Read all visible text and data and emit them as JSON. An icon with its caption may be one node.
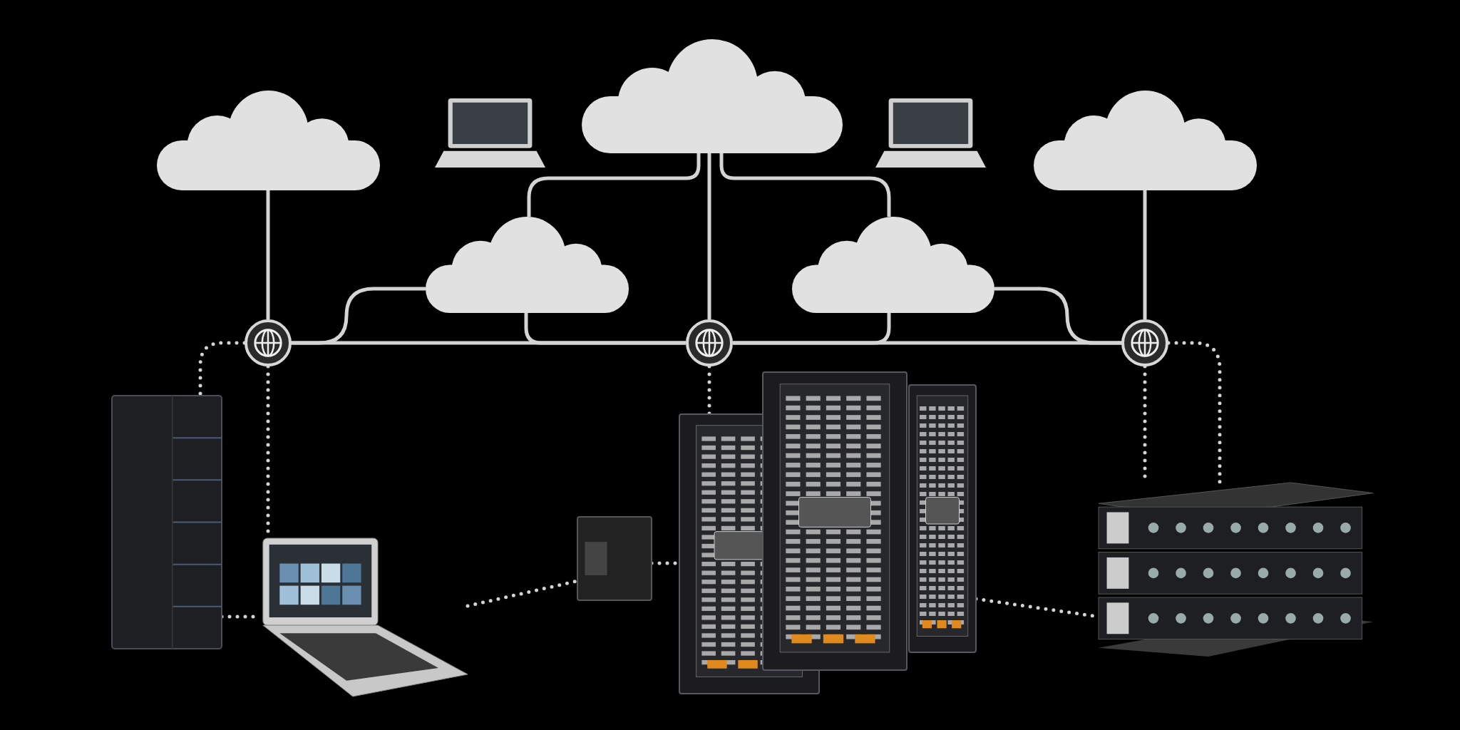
{
  "diagram": {
    "nodes": [
      {
        "text": [],
        "shape": "cloud"
      },
      {
        "text": [],
        "shape": "picture"
      },
      {
        "text": [],
        "shape": "cloud"
      },
      {
        "text": [],
        "shape": "picture"
      },
      {
        "text": [],
        "shape": "cloud"
      },
      {
        "text": [],
        "shape": "cloud"
      },
      {
        "text": [],
        "shape": "cloud"
      },
      {
        "text": [],
        "shape": "circle"
      },
      {
        "text": [],
        "shape": "circle"
      },
      {
        "text": [],
        "shape": "circle"
      },
      {
        "text": [],
        "shape": "picture"
      },
      {
        "text": [],
        "shape": "picture"
      },
      {
        "text": [],
        "shape": "picture"
      },
      {
        "text": [],
        "shape": "picture"
      },
      {
        "text": [],
        "shape": "picture"
      },
      {
        "text": [],
        "shape": "picture"
      },
      {
        "text": [],
        "shape": "picture"
      }
    ],
    "edges": [
      {
        "from": 0,
        "to": 7,
        "arrow": "none"
      },
      {
        "from": 2,
        "to": 8,
        "arrow": "none"
      },
      {
        "from": 2,
        "to": 5,
        "arrow": "none"
      },
      {
        "from": 2,
        "to": 6,
        "arrow": "none"
      },
      {
        "from": 7,
        "to": 8,
        "arrow": "none"
      },
      {
        "from": 8,
        "to": 9,
        "arrow": "none"
      },
      {
        "from": 5,
        "to": 7,
        "arrow": "none"
      },
      {
        "from": 5,
        "to": 8,
        "arrow": "none"
      },
      {
        "from": 6,
        "to": 9,
        "arrow": "none"
      },
      {
        "from": 6,
        "to": 8,
        "arrow": "none"
      },
      {
        "from": 4,
        "to": 9,
        "arrow": "none"
      },
      {
        "from": 7,
        "to": 10,
        "arrow": "none",
        "style": "dashed"
      },
      {
        "from": 7,
        "to": 11,
        "arrow": "none",
        "style": "dashed"
      },
      {
        "from": 10,
        "to": 11,
        "arrow": "none",
        "style": "dashed"
      },
      {
        "from": 11,
        "to": 12,
        "arrow": "none",
        "style": "dashed"
      },
      {
        "from": 12,
        "to": 13,
        "arrow": "none",
        "style": "dashed"
      },
      {
        "from": 8,
        "to": 13,
        "arrow": "none",
        "style": "dashed"
      },
      {
        "from": 9,
        "to": 16,
        "arrow": "none",
        "style": "dashed"
      },
      {
        "from": 9,
        "to": 16,
        "arrow": "none",
        "style": "dashed"
      },
      {
        "from": 15,
        "to": 16,
        "arrow": "none",
        "style": "dashed"
      }
    ]
  }
}
